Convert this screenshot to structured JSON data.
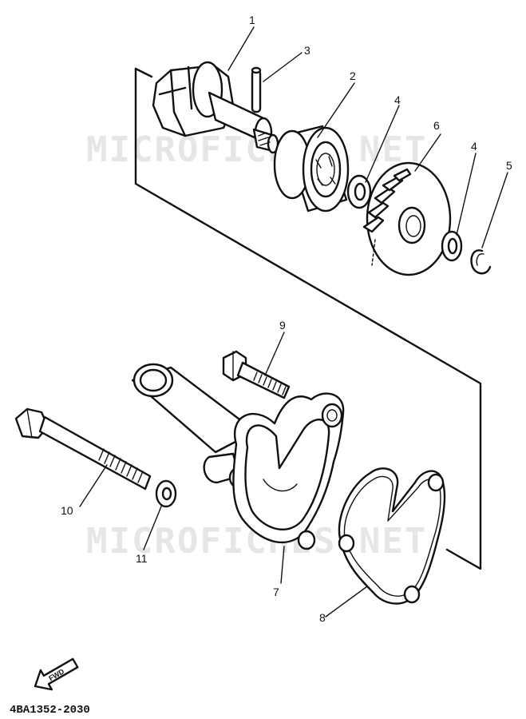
{
  "watermark": {
    "text": "MICROFICHES.NET"
  },
  "callouts": {
    "p1": "1",
    "p2": "2",
    "p3": "3",
    "p4a": "4",
    "p4b": "4",
    "p5": "5",
    "p6": "6",
    "p7": "7",
    "p8": "8",
    "p9": "9",
    "p10": "10",
    "p11": "11"
  },
  "fwd_label": "FWD",
  "diagram_code": "4BA1352-2030"
}
